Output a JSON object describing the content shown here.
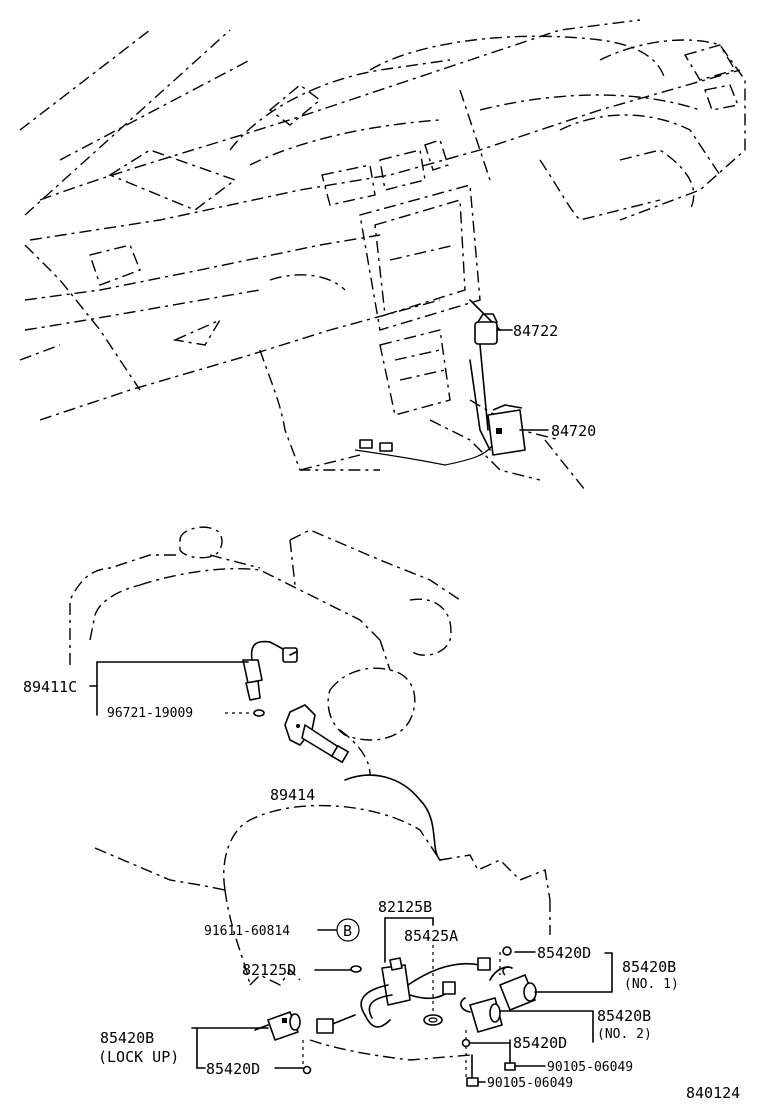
{
  "diagram_code": "840124",
  "callouts": {
    "p84722": "84722",
    "p84720": "84720",
    "p89411C": "89411C",
    "p96721": "96721-19009",
    "p89414": "89414",
    "p82125B": "82125B",
    "p85425A": "85425A",
    "p91611": "91611-60814",
    "ref_B": "B",
    "p82125D": "82125D",
    "p85420D_top": "85420D",
    "p85420B_no1": "85420B",
    "no1": "(NO. 1)",
    "p85420B_no2": "85420B",
    "no2": "(NO. 2)",
    "p85420D_mid": "85420D",
    "p90105_a": "90105-06049",
    "p90105_b": "90105-06049",
    "p85420B_lockup": "85420B",
    "lockup": "(LOCK UP)",
    "p85420D_bottom": "85420D"
  }
}
